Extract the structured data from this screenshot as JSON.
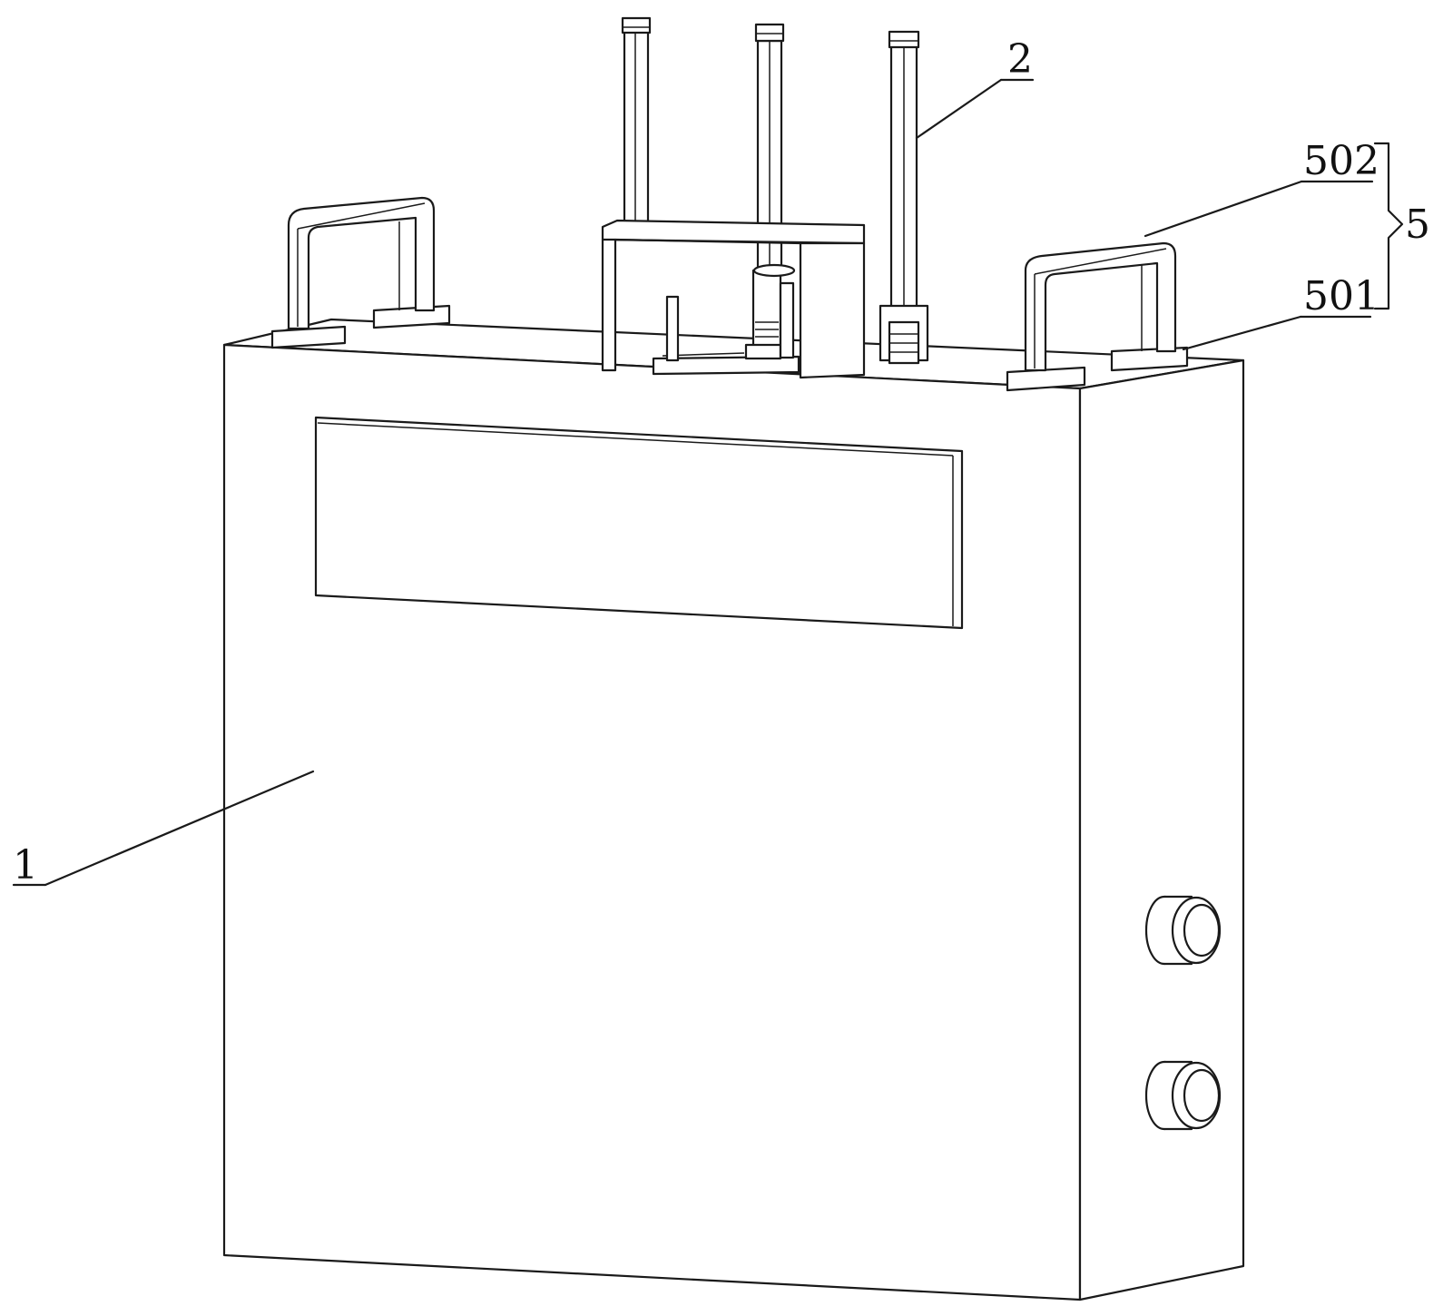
{
  "labels": {
    "housing": "1",
    "antenna": "2",
    "handle_group": "5",
    "handle_bar": "502",
    "handle_base": "501"
  },
  "colors": {
    "line": "#1a1a1a",
    "background": "#ffffff"
  }
}
